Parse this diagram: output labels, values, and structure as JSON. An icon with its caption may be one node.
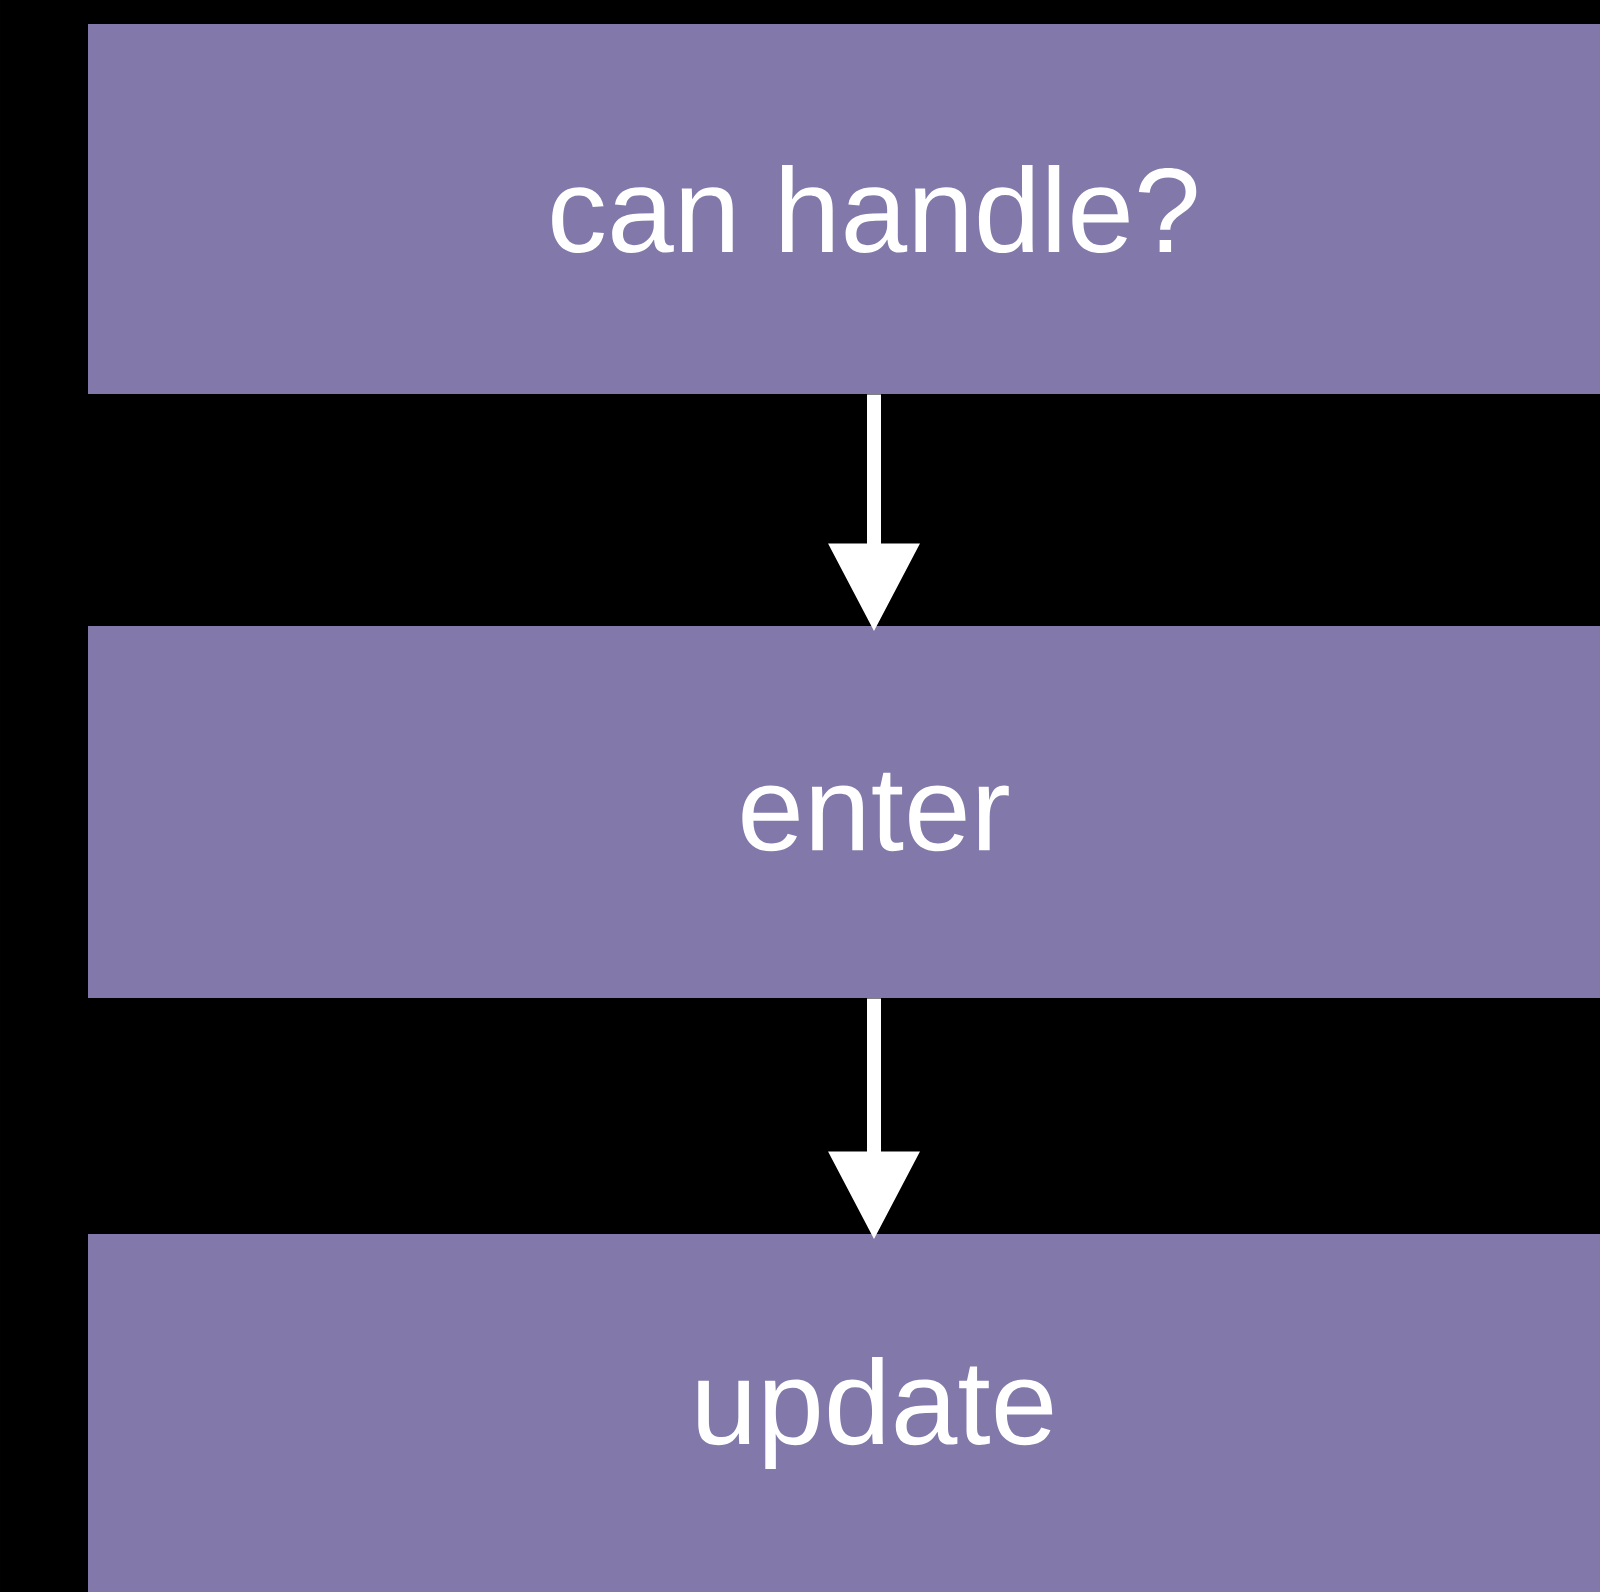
{
  "diagram": {
    "nodes": [
      {
        "text": [
          "can handle?"
        ]
      },
      {
        "text": [
          "enter"
        ]
      },
      {
        "text": [
          "update"
        ]
      }
    ],
    "edges": [
      {
        "from": 0,
        "to": 1,
        "arrow": "to"
      },
      {
        "from": 1,
        "to": 2,
        "arrow": "to"
      }
    ]
  }
}
